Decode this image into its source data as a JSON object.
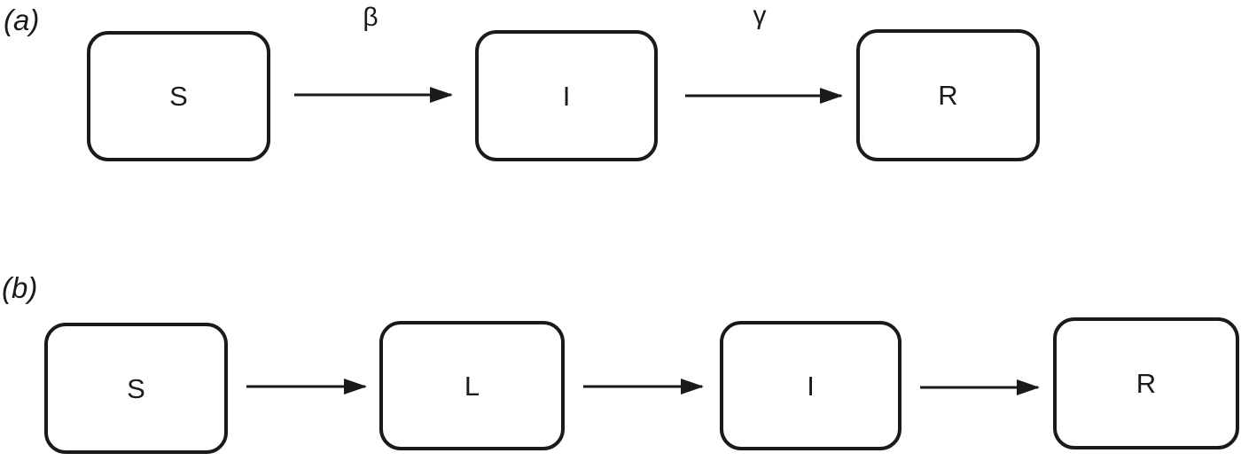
{
  "figure": {
    "panels": [
      {
        "id": "a",
        "label": "(a)",
        "nodes": [
          {
            "id": "S",
            "label": "S"
          },
          {
            "id": "I",
            "label": "I"
          },
          {
            "id": "R",
            "label": "R"
          }
        ],
        "edges": [
          {
            "from": "S",
            "to": "I",
            "label": "β"
          },
          {
            "from": "I",
            "to": "R",
            "label": "γ"
          }
        ]
      },
      {
        "id": "b",
        "label": "(b)",
        "nodes": [
          {
            "id": "S",
            "label": "S"
          },
          {
            "id": "L",
            "label": "L"
          },
          {
            "id": "I",
            "label": "I"
          },
          {
            "id": "R",
            "label": "R"
          }
        ],
        "edges": [
          {
            "from": "S",
            "to": "L",
            "label": ""
          },
          {
            "from": "L",
            "to": "I",
            "label": ""
          },
          {
            "from": "I",
            "to": "R",
            "label": ""
          }
        ]
      }
    ]
  },
  "colors": {
    "stroke": "#1a1a1a",
    "background": "#ffffff"
  }
}
